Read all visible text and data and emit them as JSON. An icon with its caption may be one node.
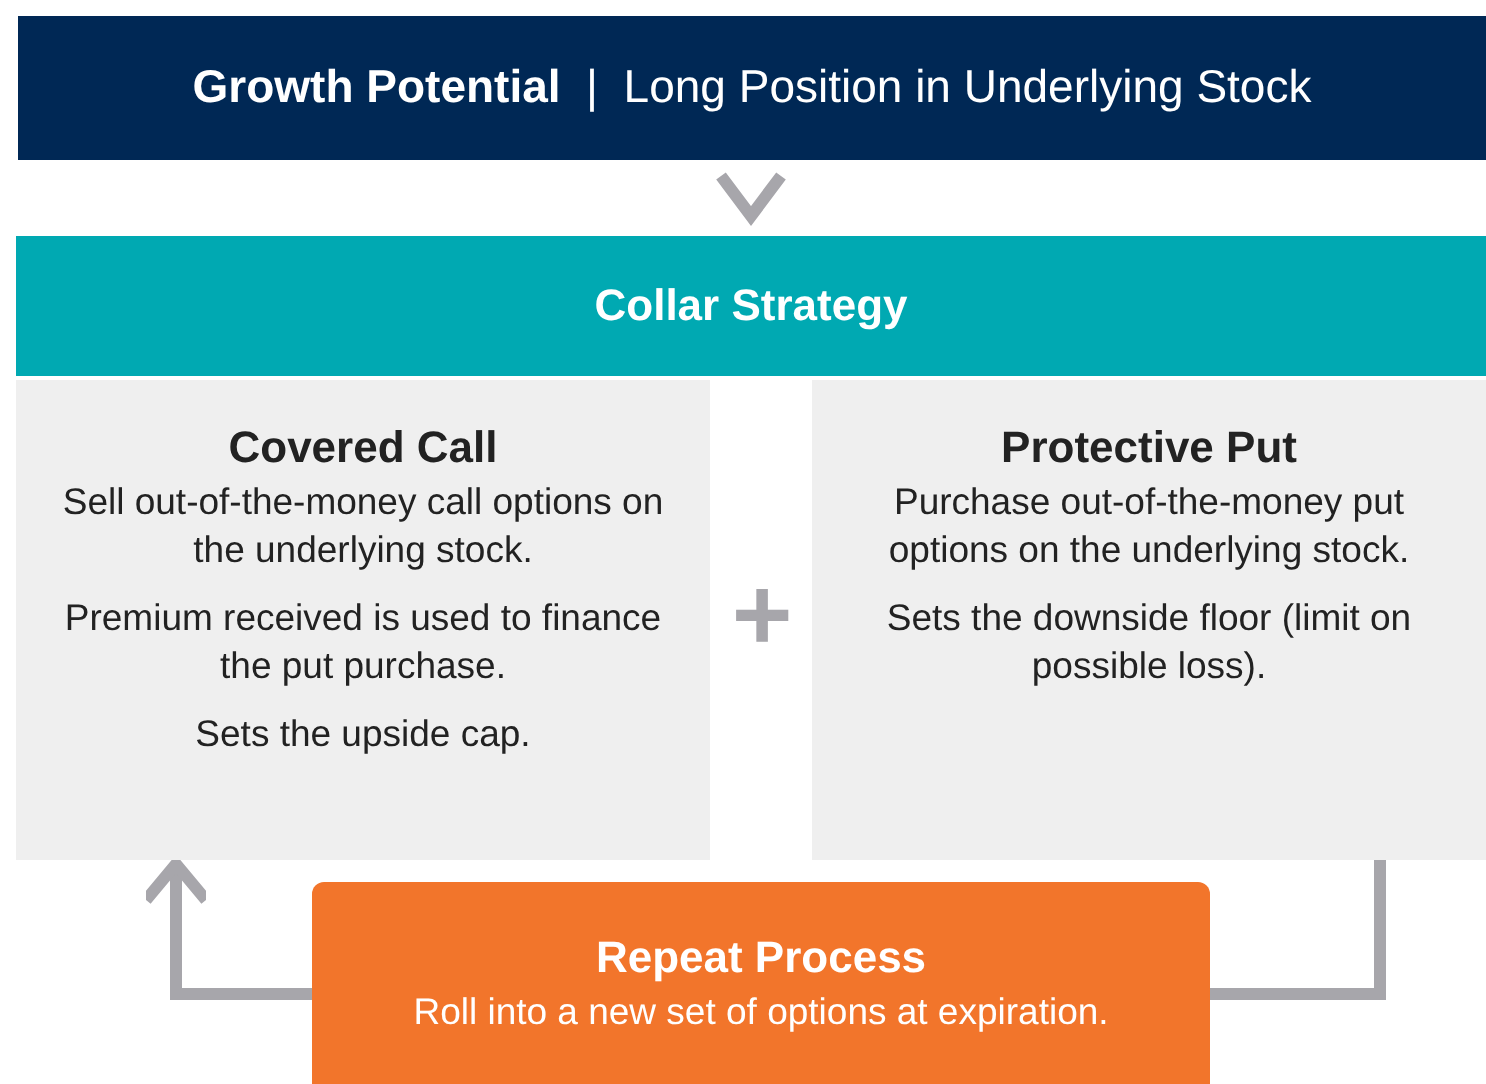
{
  "diagram": {
    "nodes": [
      {
        "text": [
          "**Growth Potential**  |  Long Position in Underlying Stock"
        ]
      },
      {
        "text": [
          "Collar Strategy"
        ]
      },
      {
        "text": [
          "Covered Call",
          "Sell out-of-the-money call options on the underlying stock.",
          "Premium received is used to finance the put purchase.",
          "Sets the upside cap."
        ]
      },
      {
        "text": [
          "Protective Put",
          "Purchase out-of-the-money put options on the underlying stock.",
          "Sets the downside floor (limit on possible loss)."
        ]
      },
      {
        "text": [
          "Repeat Process",
          "Roll into a new set of options at expiration."
        ]
      }
    ],
    "edges": [
      {
        "from": 0,
        "to": 1,
        "arrow": "to"
      },
      {
        "from": 3,
        "to": 4,
        "arrow": "none"
      },
      {
        "from": 4,
        "to": 2,
        "arrow": "to"
      }
    ],
    "labels": [
      "+"
    ]
  }
}
